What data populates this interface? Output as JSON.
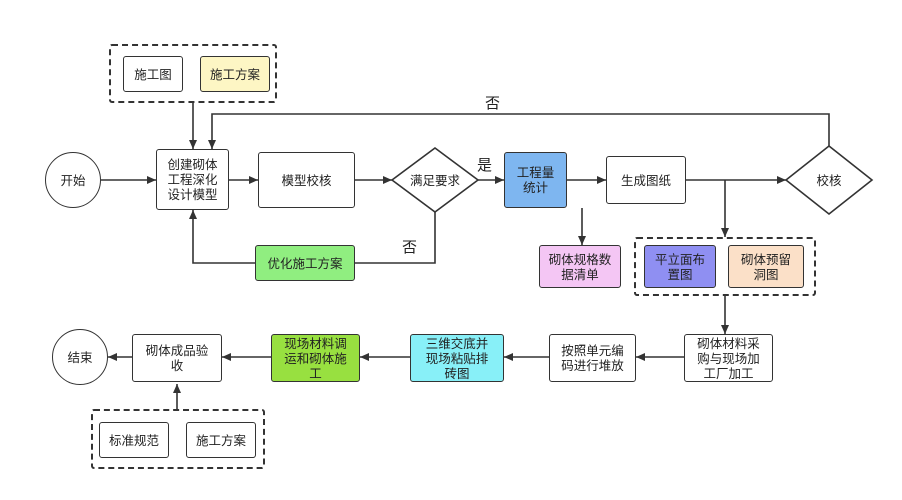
{
  "nodes": {
    "start": "开始",
    "create": "创建砌体\n工程深化\n设计模型",
    "check": "模型校核",
    "meet": "满足要求",
    "quantity": "工程量\n统计",
    "spec": "砌体规格数\n据清单",
    "draw": "生成图纸",
    "review": "校核",
    "plan": "平立面布\n置图",
    "hole": "砌体预留\n洞图",
    "purchase": "砌体材料采\n购与现场加\n工厂加工",
    "stack": "按照单元编\n码进行堆放",
    "disclose": "三维交底并\n现场粘贴排\n砖图",
    "transport": "现场材料调\n运和砌体施\n工",
    "accept": "砌体成品验\n收",
    "end": "结束",
    "optimize": "优化施工方案",
    "construct_drawing": "施工图",
    "construct_plan": "施工方案",
    "standard": "标准规范",
    "construct_plan_2": "施工方案"
  },
  "edge_labels": {
    "no_top": "否",
    "no_bottom": "否",
    "yes": "是"
  },
  "colors": {
    "quantity": "#7eb6f0",
    "spec": "#f4c6f4",
    "plan": "#8f8ff2",
    "hole": "#fbe0c8",
    "optimize": "#90ee80",
    "transport": "#98e040",
    "disclose": "#88f0f8",
    "construct_plan": "#fdf6c4"
  }
}
